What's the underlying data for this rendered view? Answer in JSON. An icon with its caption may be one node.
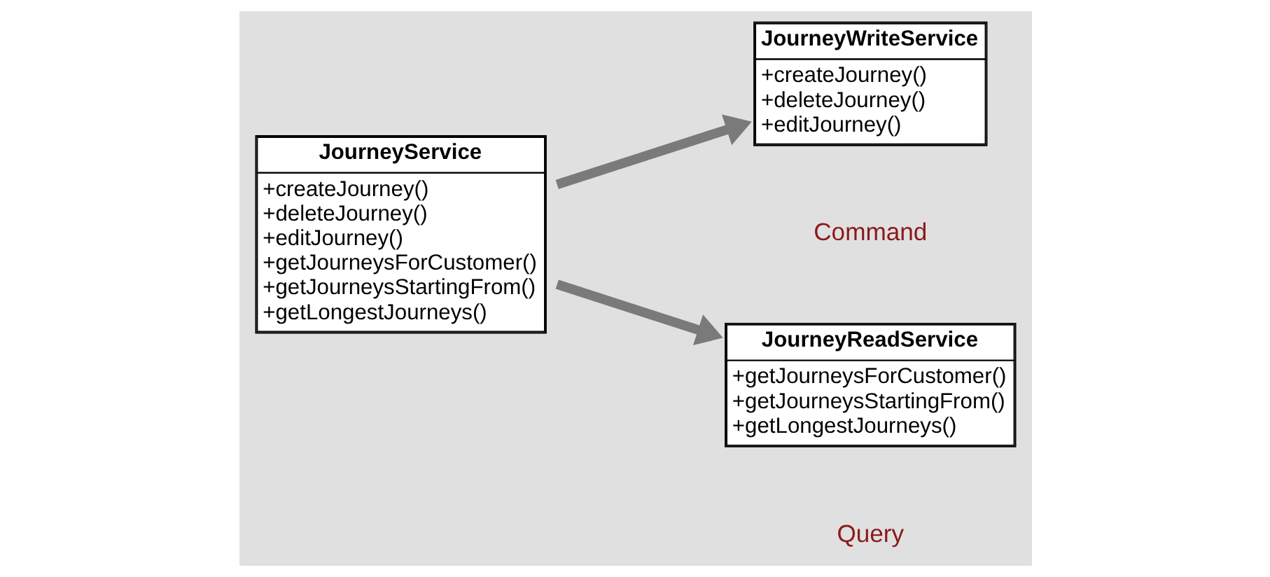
{
  "diagram": {
    "nodes": [
      {
        "text": [
          "JourneyService",
          "+createJourney()",
          "+deleteJourney()",
          "+editJourney()",
          "+getJourneysForCustomer()",
          "+getJourneysStartingFrom()",
          "+getLongestJourneys()"
        ]
      },
      {
        "text": [
          "JourneyWriteService",
          "+createJourney()",
          "+deleteJourney()",
          "+editJourney()"
        ],
        "beside": [
          "Command"
        ]
      },
      {
        "text": [
          "JourneyReadService",
          "+getJourneysForCustomer()",
          "+getJourneysStartingFrom()",
          "+getLongestJourneys()"
        ],
        "beside": [
          "Query"
        ]
      }
    ],
    "edges": [
      {
        "from": 0,
        "to": 1,
        "arrow": "to"
      },
      {
        "from": 0,
        "to": 2,
        "arrow": "to"
      }
    ]
  }
}
